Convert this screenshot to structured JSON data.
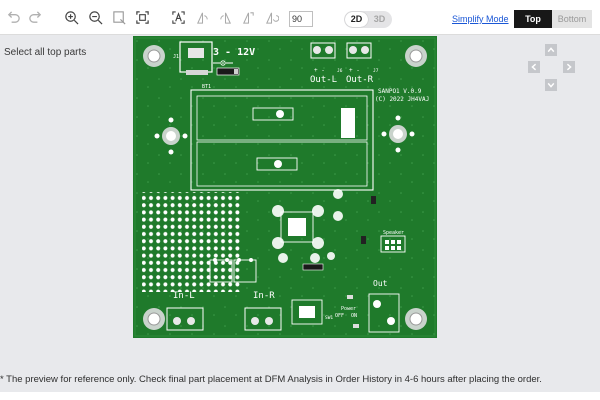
{
  "toolbar": {
    "icons": [
      "undo-icon",
      "redo-icon",
      "zoom-in-icon",
      "zoom-out-icon",
      "zoom-area-icon",
      "fit-screen-icon",
      "select-text-icon",
      "rotate-left-icon",
      "rotate-right-icon",
      "flip-horizontal-icon",
      "flip-vertical-icon"
    ],
    "rotation_value": "90",
    "view_2d": "2D",
    "view_3d": "3D",
    "simplify_mode": "Simplify Mode",
    "side_top": "Top",
    "side_bottom": "Bottom"
  },
  "select_all_label": "Select all top parts",
  "colors": {
    "pcb_green": "#1f7a2b",
    "pcb_edge": "#16652a",
    "silkscreen": "#ffffff",
    "active_side": "#181818",
    "link": "#1a57d6"
  },
  "board": {
    "power_label": "3 - 12V",
    "jack_ref": "J1",
    "out_l": "Out-L",
    "out_r": "Out-R",
    "out_l_ref": "J6",
    "out_r_ref": "J7",
    "title": "SANPO1 V.0.9",
    "copyright": "(C) 2022 JH4VAJ",
    "battery_ref": "BT1",
    "speaker": "Speaker",
    "in_l": "In-L",
    "in_r": "In-R",
    "out": "Out",
    "power": "Power",
    "off": "OFF",
    "on": "ON",
    "sw_ref": "SW1"
  },
  "nav": {
    "up": "chevron-up-icon",
    "left": "chevron-left-icon",
    "right": "chevron-right-icon",
    "down": "chevron-down-icon"
  },
  "footnote": "* The preview for reference only. Check final part placement at DFM Analysis in Order History in 4-6 hours after placing the order."
}
